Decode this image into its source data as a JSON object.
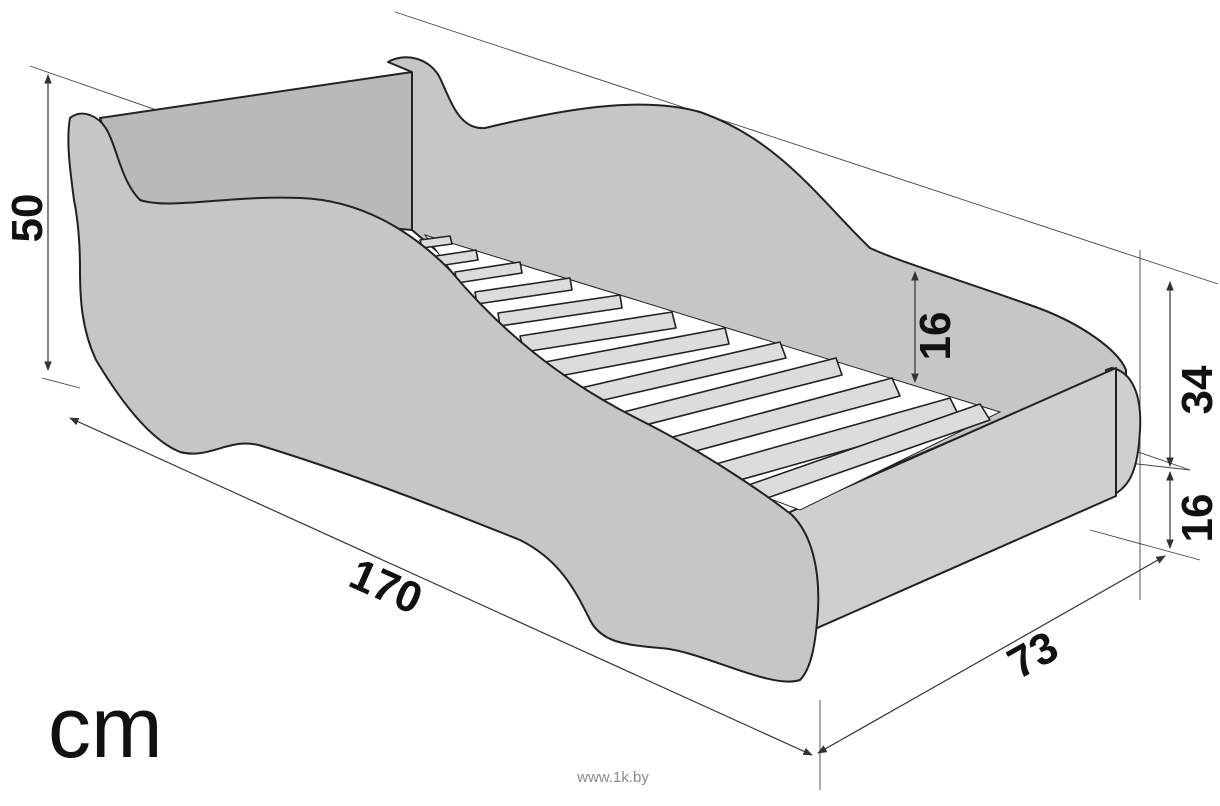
{
  "dimensions": {
    "total_height": "50",
    "length": "170",
    "width": "73",
    "side_height_inner": "16",
    "upper_height": "34",
    "base_height": "16"
  },
  "unit": "cm",
  "watermark": "www.1k.by"
}
